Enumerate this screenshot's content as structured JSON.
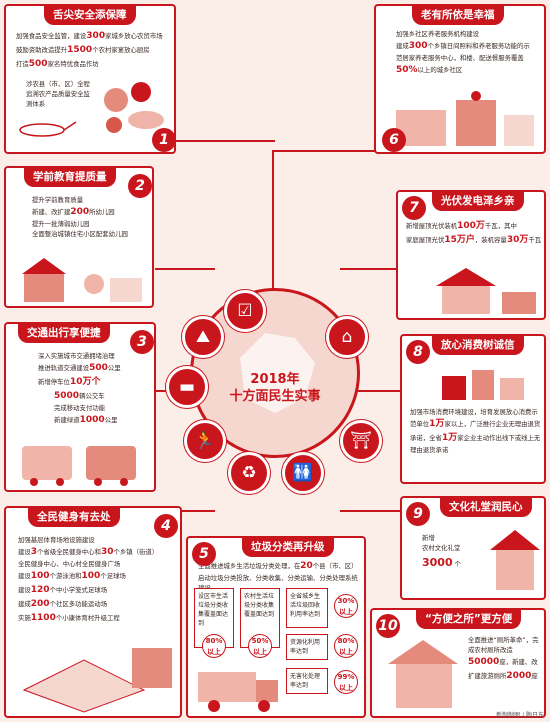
{
  "center": {
    "title_line1": "2018年",
    "title_line2": "十方面民生实事"
  },
  "sections": {
    "s1": {
      "title": "舌尖安全添保障",
      "num": "1",
      "l1": "加强食品安全监管，建设",
      "v1": "300",
      "l1b": "家城乡放心农贸市场",
      "l2": "鼓励资助改造提升",
      "v2": "1500",
      "l2b": "个农村家宴放心厨房",
      "l3": "打造",
      "v3": "500",
      "l3b": "家名特优食品作坊",
      "l4": "涉农县（市、区）全程追溯农产品质量安全监测体系"
    },
    "s2": {
      "title": "学前教育提质量",
      "num": "2",
      "l1": "提升学前教育质量",
      "l2a": "新建、改扩建",
      "v2": "200",
      "l2b": "所幼儿园",
      "l3": "提升一批薄弱幼儿园",
      "l4": "全面整治城镇住宅小区配套幼儿园"
    },
    "s3": {
      "title": "交通出行享便捷",
      "num": "3",
      "l1": "深入实施城市交通拥堵治理",
      "l2a": "推进轨道交通建设",
      "v2": "500",
      "l2b": "公里",
      "l3a": "新增停车位",
      "v3": "10万个",
      "v4": "5000",
      "l4b": "辆公交车",
      "l5": "完成移动支付功能",
      "l6a": "新建绿道",
      "v6": "1000",
      "l6b": "公里"
    },
    "s4": {
      "title": "全民健身有去处",
      "num": "4",
      "l1": "加强基层体育场地设施建设",
      "l2a": "建设",
      "v2a": "3",
      "l2b": "个省级全民健身中心和",
      "v2b": "30",
      "l2c": "个乡镇（街道）",
      "l3": "全民健身中心、中心村全民健身广场",
      "l4a": "建设",
      "v4": "100",
      "l4b": "个游泳池和",
      "v4b": "100",
      "l4c": "个足球场",
      "l5a": "建设",
      "v5": "120",
      "l5b": "个中小学笼式足球场",
      "l6a": "建成",
      "v6": "200",
      "l6b": "个社区多功能运动场",
      "l7a": "实施",
      "v7": "1100",
      "l7b": "个小康体育村升级工程"
    },
    "s5": {
      "title": "垃圾分类再升级",
      "num": "5",
      "l1a": "全面推进城乡生活垃圾分类处理，在",
      "v1": "20",
      "l1b": "个县（市、区）",
      "l2": "启动垃圾分类投放、分类收集、分类运输、分类处理系统建设",
      "b1": "设区市生活垃圾分类收集覆盖面达到",
      "p1": "80%",
      "p1s": "以上",
      "b2": "农村生活垃圾分类收集覆盖面达到",
      "p2": "50%",
      "p2s": "以上",
      "b3": "全省城乡生活垃圾回收利用率达到",
      "p3": "30%",
      "p3s": "以上",
      "b4": "资源化利用率达到",
      "p4": "80%",
      "p4s": "以上",
      "b5": "无害化处理率达到",
      "p5": "99%",
      "p5s": "以上"
    },
    "s6": {
      "title": "老有所依是幸福",
      "num": "6",
      "l1": "加强乡社区养老服务机构建设",
      "l2a": "建成",
      "v2": "300",
      "l2b": "个乡镇日间照料和养老服务功能的示范居家养老服务中心，和楼、配送餐服务覆盖",
      "v3": "50%",
      "l3b": "以上的城乡社区"
    },
    "s7": {
      "title": "光伏发电泽乡亲",
      "num": "7",
      "l1a": "新增屋顶光伏装机",
      "v1": "100万",
      "l1b": "千瓦，其中",
      "l2a": "家庭屋顶光伏",
      "v2": "15万户",
      "l2b": "，装机容量",
      "v3": "30万",
      "l3b": "千瓦"
    },
    "s8": {
      "title": "放心消费树诚信",
      "num": "8",
      "l1": "加强市场消费环境建设，培育发展放心消费示范单位",
      "v2": "1万",
      "l2b": "家以上，广泛推行企业无理由退货承诺，全省",
      "v3": "1万",
      "l3b": "家企业主动作出线下或线上无理由退货承诺"
    },
    "s9": {
      "title": "文化礼堂润民心",
      "num": "9",
      "l1": "新增",
      "l2": "农村文化礼堂",
      "v3": "3000",
      "l3b": "个"
    },
    "s10": {
      "title": "“方便之所”更方便",
      "num": "10",
      "l1": "全面推进“厕所革命”，完成农村厕所改造",
      "v2": "50000",
      "l2b": "座，新建、改扩建旅游厕所",
      "v3": "2000",
      "l3b": "座"
    }
  },
  "credit": "新制制图 / 陶日东",
  "colors": {
    "accent": "#c9161d",
    "bg": "#fbeee8",
    "pale": "#f6d7cf"
  },
  "petal_icons": [
    "checklist-icon",
    "slide-icon",
    "house-icon",
    "bus-icon",
    "temple-icon",
    "runner-icon",
    "toilet-icon",
    "recycle-icon"
  ],
  "petal_glyphs": [
    "☑",
    "⛰",
    "⌂",
    "▬",
    "⛩",
    "🏃",
    "🚻",
    "♻"
  ]
}
